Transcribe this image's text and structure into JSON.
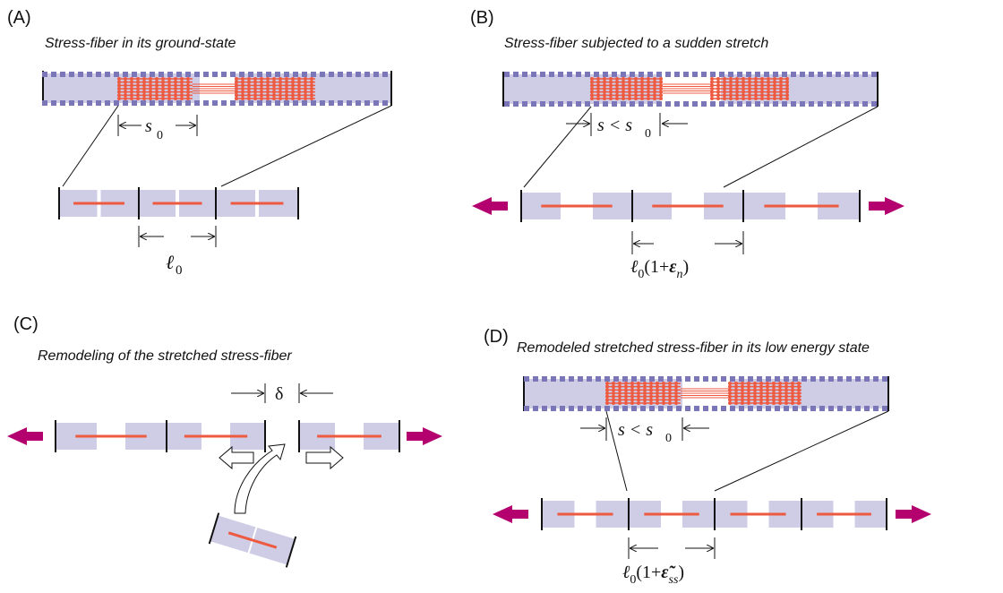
{
  "panels": {
    "A": {
      "label": "(A)",
      "title": "Stress-fiber in its ground-state",
      "spacing_label": "s",
      "spacing_sub": "0",
      "length_label": "ℓ",
      "length_sub": "0"
    },
    "B": {
      "label": "(B)",
      "title": "Stress-fiber subjected to a sudden stretch",
      "spacing_label": "s < s",
      "spacing_sub": "0",
      "length_label": "ℓ",
      "length_sub": "0",
      "length_tail": "(1+",
      "length_eps": "ε",
      "length_eps_sub": "n",
      "length_close": ")"
    },
    "C": {
      "label": "(C)",
      "title": "Remodeling of the stretched stress-fiber",
      "gap_label": "δ"
    },
    "D": {
      "label": "(D)",
      "title": "Remodeled stretched stress-fiber in its low energy state",
      "spacing_label": "s < s",
      "spacing_sub": "0",
      "length_label": "ℓ",
      "length_sub": "0",
      "length_tail": "(1+",
      "length_eps": "ε̃",
      "length_eps_sub": "ss",
      "length_close": ")"
    }
  },
  "colors": {
    "box_fill": "#cfcde6",
    "myosin": "#ee5a40",
    "actin_dot": "#7b76b8",
    "arrow": "#b4006e",
    "line": "#111111"
  }
}
